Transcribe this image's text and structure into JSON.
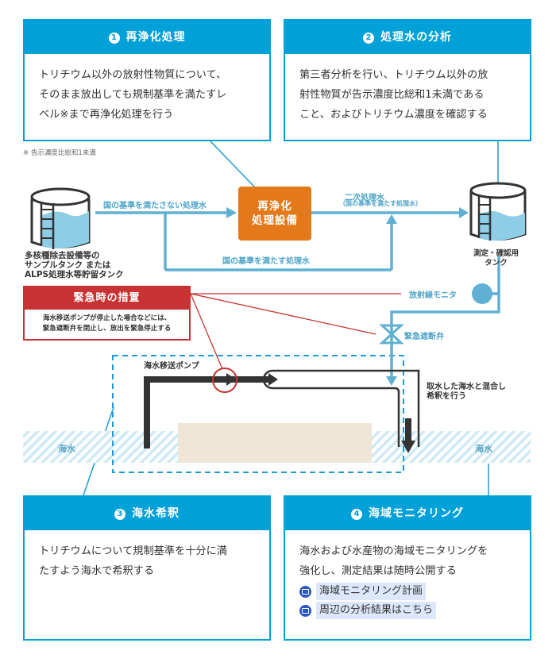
{
  "steps": [
    {
      "num": "1",
      "title": "再浄化処理",
      "body": [
        "トリチウム以外の放射性物質について、",
        "そのまま放出しても規制基準を満たすレ",
        "ベル※まで再浄化処理を行う"
      ]
    },
    {
      "num": "2",
      "title": "処理水の分析",
      "body": [
        "第三者分析を行い、トリチウム以外の放",
        "射性物質が告示濃度比総和1未満である",
        "こと、およびトリチウム濃度を確認する"
      ]
    },
    {
      "num": "3",
      "title": "海水希釈",
      "body": [
        "トリチウムについて規制基準を十分に満",
        "たすよう海水で希釈する"
      ]
    },
    {
      "num": "4",
      "title": "海域モニタリング",
      "body": [
        "海水および水産物の海域モニタリングを",
        "強化し、測定結果は随時公開する"
      ],
      "links": [
        {
          "label": "海域モニタリング計画",
          "icon": "external-window-icon"
        },
        {
          "label": "周辺の分析結果はこちら",
          "icon": "external-window-icon"
        }
      ]
    }
  ],
  "footnote": "※ 告示濃度比総和1未満",
  "flow": {
    "source_tank": [
      "多核種除去設備等の",
      "サンプルタンク または",
      "ALPS処理水等貯留タンク"
    ],
    "not_meeting": "国の基準を満たさない処理水",
    "meeting": "国の基準を満たす処理水",
    "process": [
      "再浄化",
      "処理設備"
    ],
    "secondary": "二次処理水",
    "secondary_sub": "（国の基準を満たす処理水）",
    "check_tank": [
      "測定・確認用",
      "タンク"
    ],
    "monitor": "放射線モニタ",
    "valve": "緊急遮断弁",
    "pump": "海水移送ポンプ",
    "mix": [
      "取水した海水と混合し",
      "希釈を行う"
    ],
    "sea_left": "海水",
    "sea_right": "海水"
  },
  "emergency": {
    "title": "緊急時の措置",
    "body": [
      "海水移送ポンプが停止した場合などには、",
      "緊急遮断弁を閉止し、放出を緊急停止する"
    ]
  },
  "colors": {
    "card": "#00a0d8",
    "pipe": "#5fb0d2",
    "process": "#e3791b",
    "emergency": "#c83232",
    "link_icon": "#2b56c4",
    "link_bg": "#dde7fb"
  }
}
